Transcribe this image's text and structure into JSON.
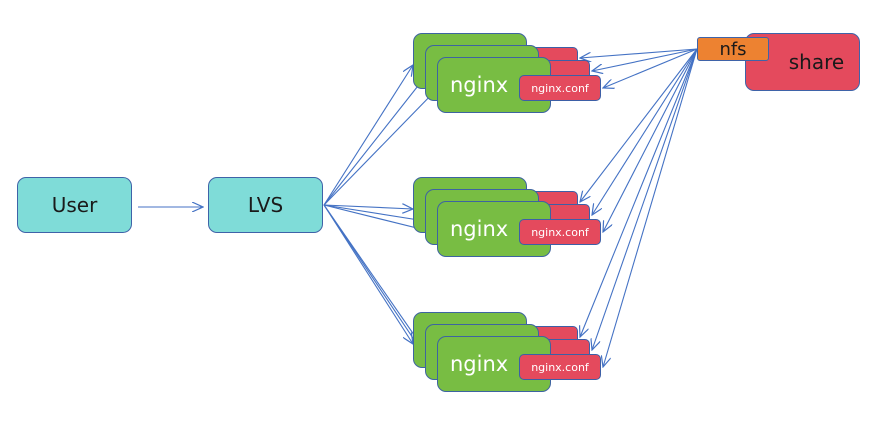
{
  "nodes": {
    "user": {
      "label": "User"
    },
    "lvs": {
      "label": "LVS"
    },
    "share": {
      "label": "share"
    },
    "nfs": {
      "label": "nfs"
    }
  },
  "clusters": [
    {
      "server_label": "nginx",
      "conf_label": "nginx.conf",
      "replicas": 3
    },
    {
      "server_label": "nginx",
      "conf_label": "nginx.conf",
      "replicas": 3
    },
    {
      "server_label": "nginx",
      "conf_label": "nginx.conf",
      "replicas": 3
    }
  ],
  "colors": {
    "edge": "#4472c4",
    "node_cyan": "#7fdcd8",
    "node_green": "#78bd43",
    "node_red": "#e44a5d",
    "node_orange": "#ed8231"
  },
  "edges": [
    {
      "from": "user",
      "to": "lvs"
    },
    {
      "from": "lvs",
      "to": "clusters.*.servers"
    },
    {
      "from": "nfs",
      "to": "clusters.*.confs"
    }
  ]
}
